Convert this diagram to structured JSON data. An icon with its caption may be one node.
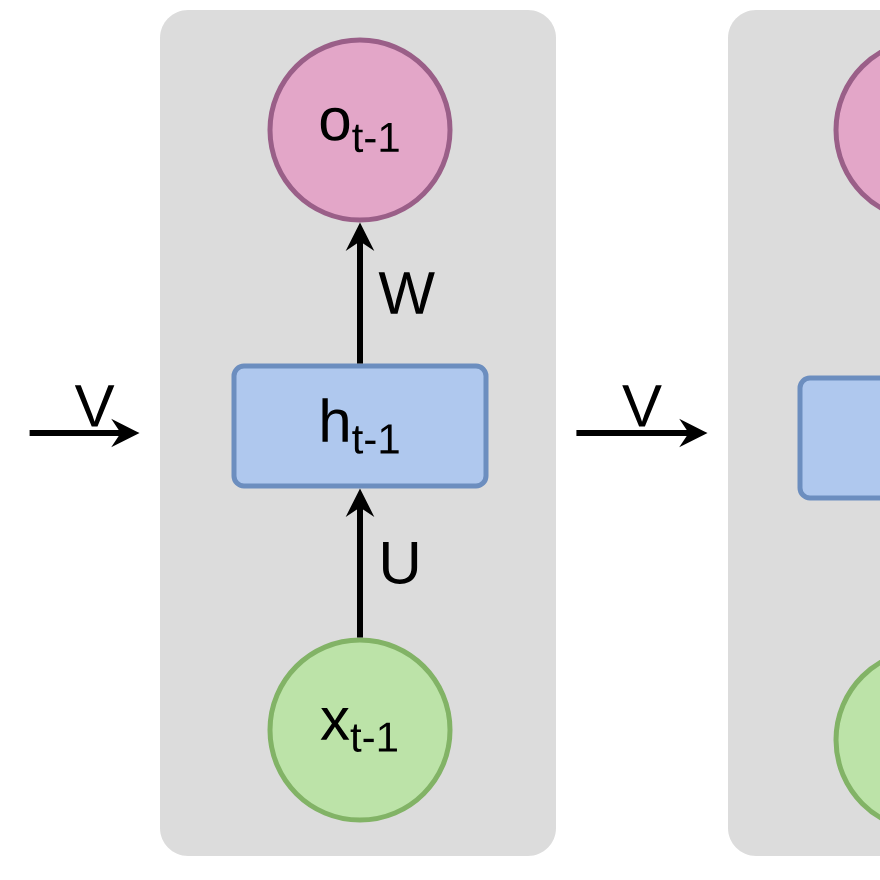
{
  "diagram": {
    "nodes": [
      {
        "text": [],
        "shape": "box"
      },
      {
        "text": [
          "o$_{t-1}$"
        ],
        "in": 0
      },
      {
        "text": [
          "h$_{t-1}$"
        ],
        "in": 0
      },
      {
        "text": [
          "x$_{t-1}$"
        ],
        "in": 0
      },
      {
        "text": [],
        "shape": "box"
      },
      {
        "text": [],
        "shape": "circle",
        "in": 4
      },
      {
        "text": [],
        "shape": "box",
        "in": 4
      },
      {
        "text": [],
        "shape": "circle",
        "in": 4
      }
    ],
    "edges": [
      {
        "from": null,
        "to": 0,
        "arrow": "to",
        "label": "V"
      },
      {
        "from": 3,
        "to": 2,
        "arrow": "to",
        "label": "U"
      },
      {
        "from": 2,
        "to": 1,
        "arrow": "to",
        "label": "W"
      },
      {
        "from": 0,
        "to": 4,
        "arrow": "to",
        "label": "V"
      }
    ]
  }
}
